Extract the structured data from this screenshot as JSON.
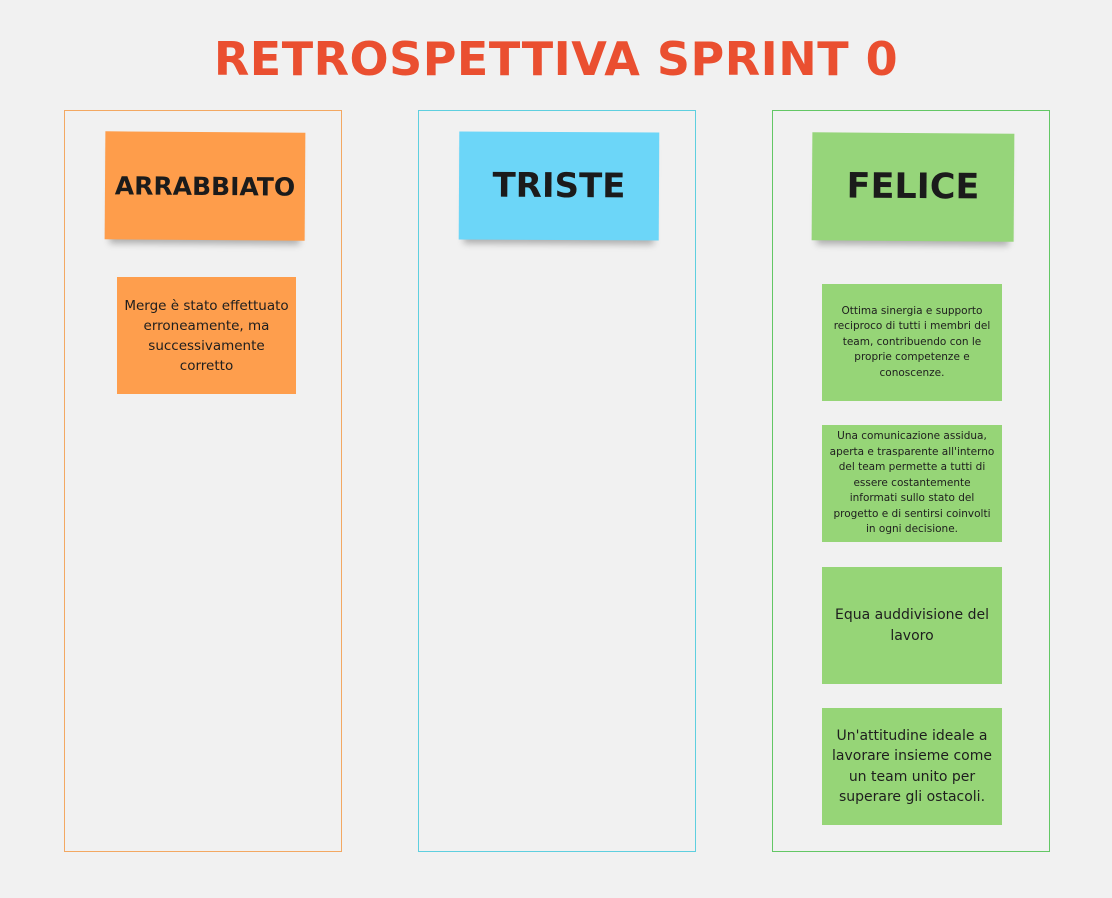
{
  "board": {
    "title": "RETROSPETTIVA SPRINT 0",
    "colors": {
      "title": "#ea4f30",
      "angry": "#fe9d4b",
      "sad": "#6cd6f8",
      "happy": "#96d57a",
      "background": "#f1f1f1"
    }
  },
  "columns": [
    {
      "header": "ARRABBIATO",
      "border_color": "#f3a862",
      "notes": [
        "Merge è stato effettuato erroneamente, ma successivamente corretto"
      ]
    },
    {
      "header": "TRISTE",
      "border_color": "#5ecfdf",
      "notes": []
    },
    {
      "header": "FELICE",
      "border_color": "#63c765",
      "notes": [
        "Ottima sinergia e supporto reciproco di tutti i membri del team, contribuendo con le proprie competenze e conoscenze.",
        "Una comunicazione assidua, aperta e trasparente all'interno del team permette a tutti di essere costantemente informati sullo stato del progetto e di sentirsi coinvolti in ogni decisione.",
        "Equa auddivisione del lavoro",
        "Un'attitudine ideale a lavorare insieme come un team unito per superare gli ostacoli."
      ]
    }
  ]
}
